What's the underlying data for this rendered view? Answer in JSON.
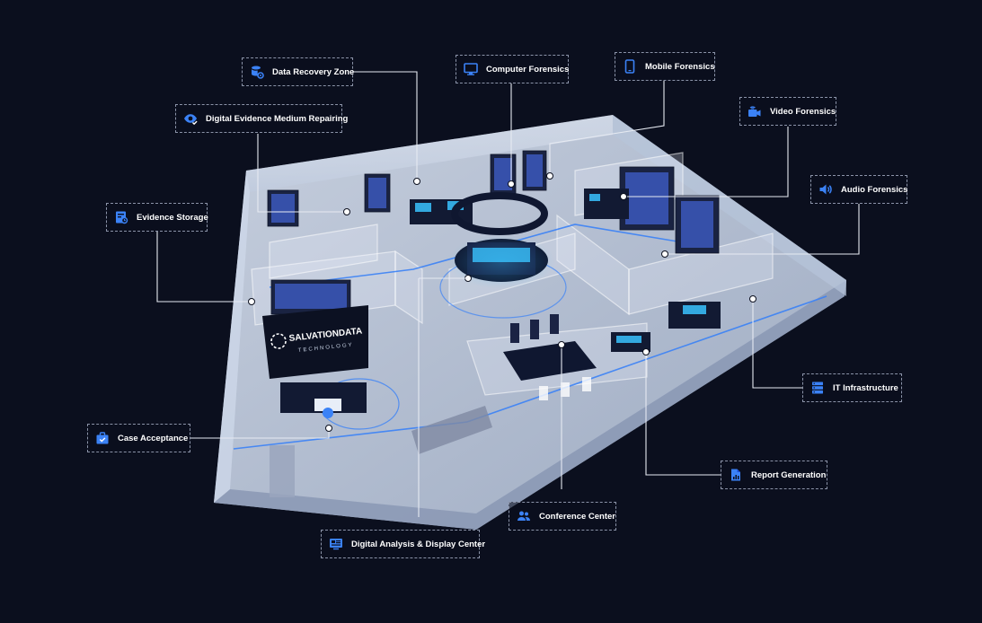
{
  "colors": {
    "background": "#0b0f1e",
    "accent": "#3b82f6",
    "glow": "#39c3ff",
    "glass": "#c9d4e6",
    "dashed_border": "#8b93a8",
    "leader_line": "#e6eaf2"
  },
  "floor_plan": {
    "brand_name": "SALVATIONDATA",
    "brand_tagline": "TECHNOLOGY"
  },
  "zones": [
    {
      "id": "data-recovery-zone",
      "label": "Data Recovery Zone",
      "icon": "database-gear-icon"
    },
    {
      "id": "computer-forensics",
      "label": "Computer Forensics",
      "icon": "monitor-icon"
    },
    {
      "id": "mobile-forensics",
      "label": "Mobile Forensics",
      "icon": "smartphone-icon"
    },
    {
      "id": "digital-evidence-medium-repairing",
      "label": "Digital Evidence Medium Repairing",
      "icon": "eye-check-icon"
    },
    {
      "id": "video-forensics",
      "label": "Video Forensics",
      "icon": "video-camera-icon"
    },
    {
      "id": "audio-forensics",
      "label": "Audio Forensics",
      "icon": "speaker-icon"
    },
    {
      "id": "evidence-storage",
      "label": "Evidence Storage",
      "icon": "storage-box-icon"
    },
    {
      "id": "it-infrastructure",
      "label": "IT Infrastructure",
      "icon": "server-rack-icon"
    },
    {
      "id": "case-acceptance",
      "label": "Case Acceptance",
      "icon": "briefcase-check-icon"
    },
    {
      "id": "report-generation",
      "label": "Report Generation",
      "icon": "report-chart-icon"
    },
    {
      "id": "conference-center",
      "label": "Conference Center",
      "icon": "people-icon"
    },
    {
      "id": "digital-analysis-display-center",
      "label": "Digital Analysis & Display Center",
      "icon": "display-screen-icon"
    }
  ]
}
